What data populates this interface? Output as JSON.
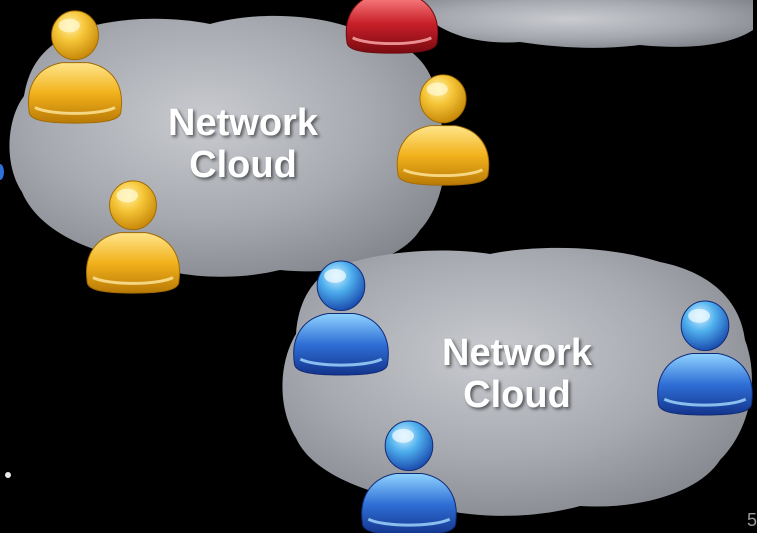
{
  "clouds": [
    {
      "label_line1": "Network",
      "label_line2": "Cloud"
    },
    {
      "label_line1": "Network",
      "label_line2": "Cloud"
    }
  ],
  "users": {
    "yellow_group_color": "#f2b21c",
    "blue_group_color": "#2f6fd6",
    "red_group_color": "#c8202a"
  },
  "page_number": "5"
}
